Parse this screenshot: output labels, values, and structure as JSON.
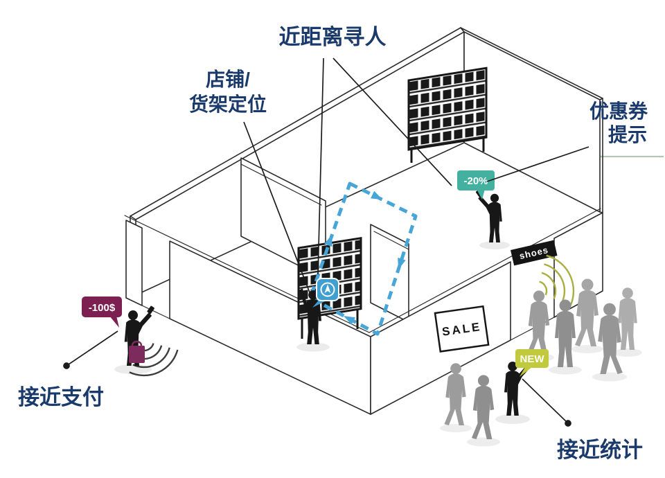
{
  "diagram": {
    "title_labels": {
      "find_person": "近距离寻人",
      "shelf_locating_line1": "店铺/",
      "shelf_locating_line2": "货架定位",
      "coupon_line1": "优惠券",
      "coupon_line2": "提示",
      "proximity_payment": "接近支付",
      "proximity_stats": "接近统计"
    },
    "badges": {
      "payment_discount": "-100$",
      "coupon_discount": "-20%",
      "new_tag": "NEW"
    },
    "store_signs": {
      "sale": "SALE",
      "shoes": "shoes"
    },
    "colors": {
      "label_text": "#1a3a6c",
      "path_blue": "#47a5d8",
      "pin_blue": "#3f9fd0",
      "badge_purple": "#7b2050",
      "badge_teal": "#44b0a0",
      "badge_yellow_green": "#c1c93c",
      "waves_olive": "#a9ae3e",
      "waves_gray": "#3c3c3c",
      "line_art": "#2b2b2b"
    }
  }
}
